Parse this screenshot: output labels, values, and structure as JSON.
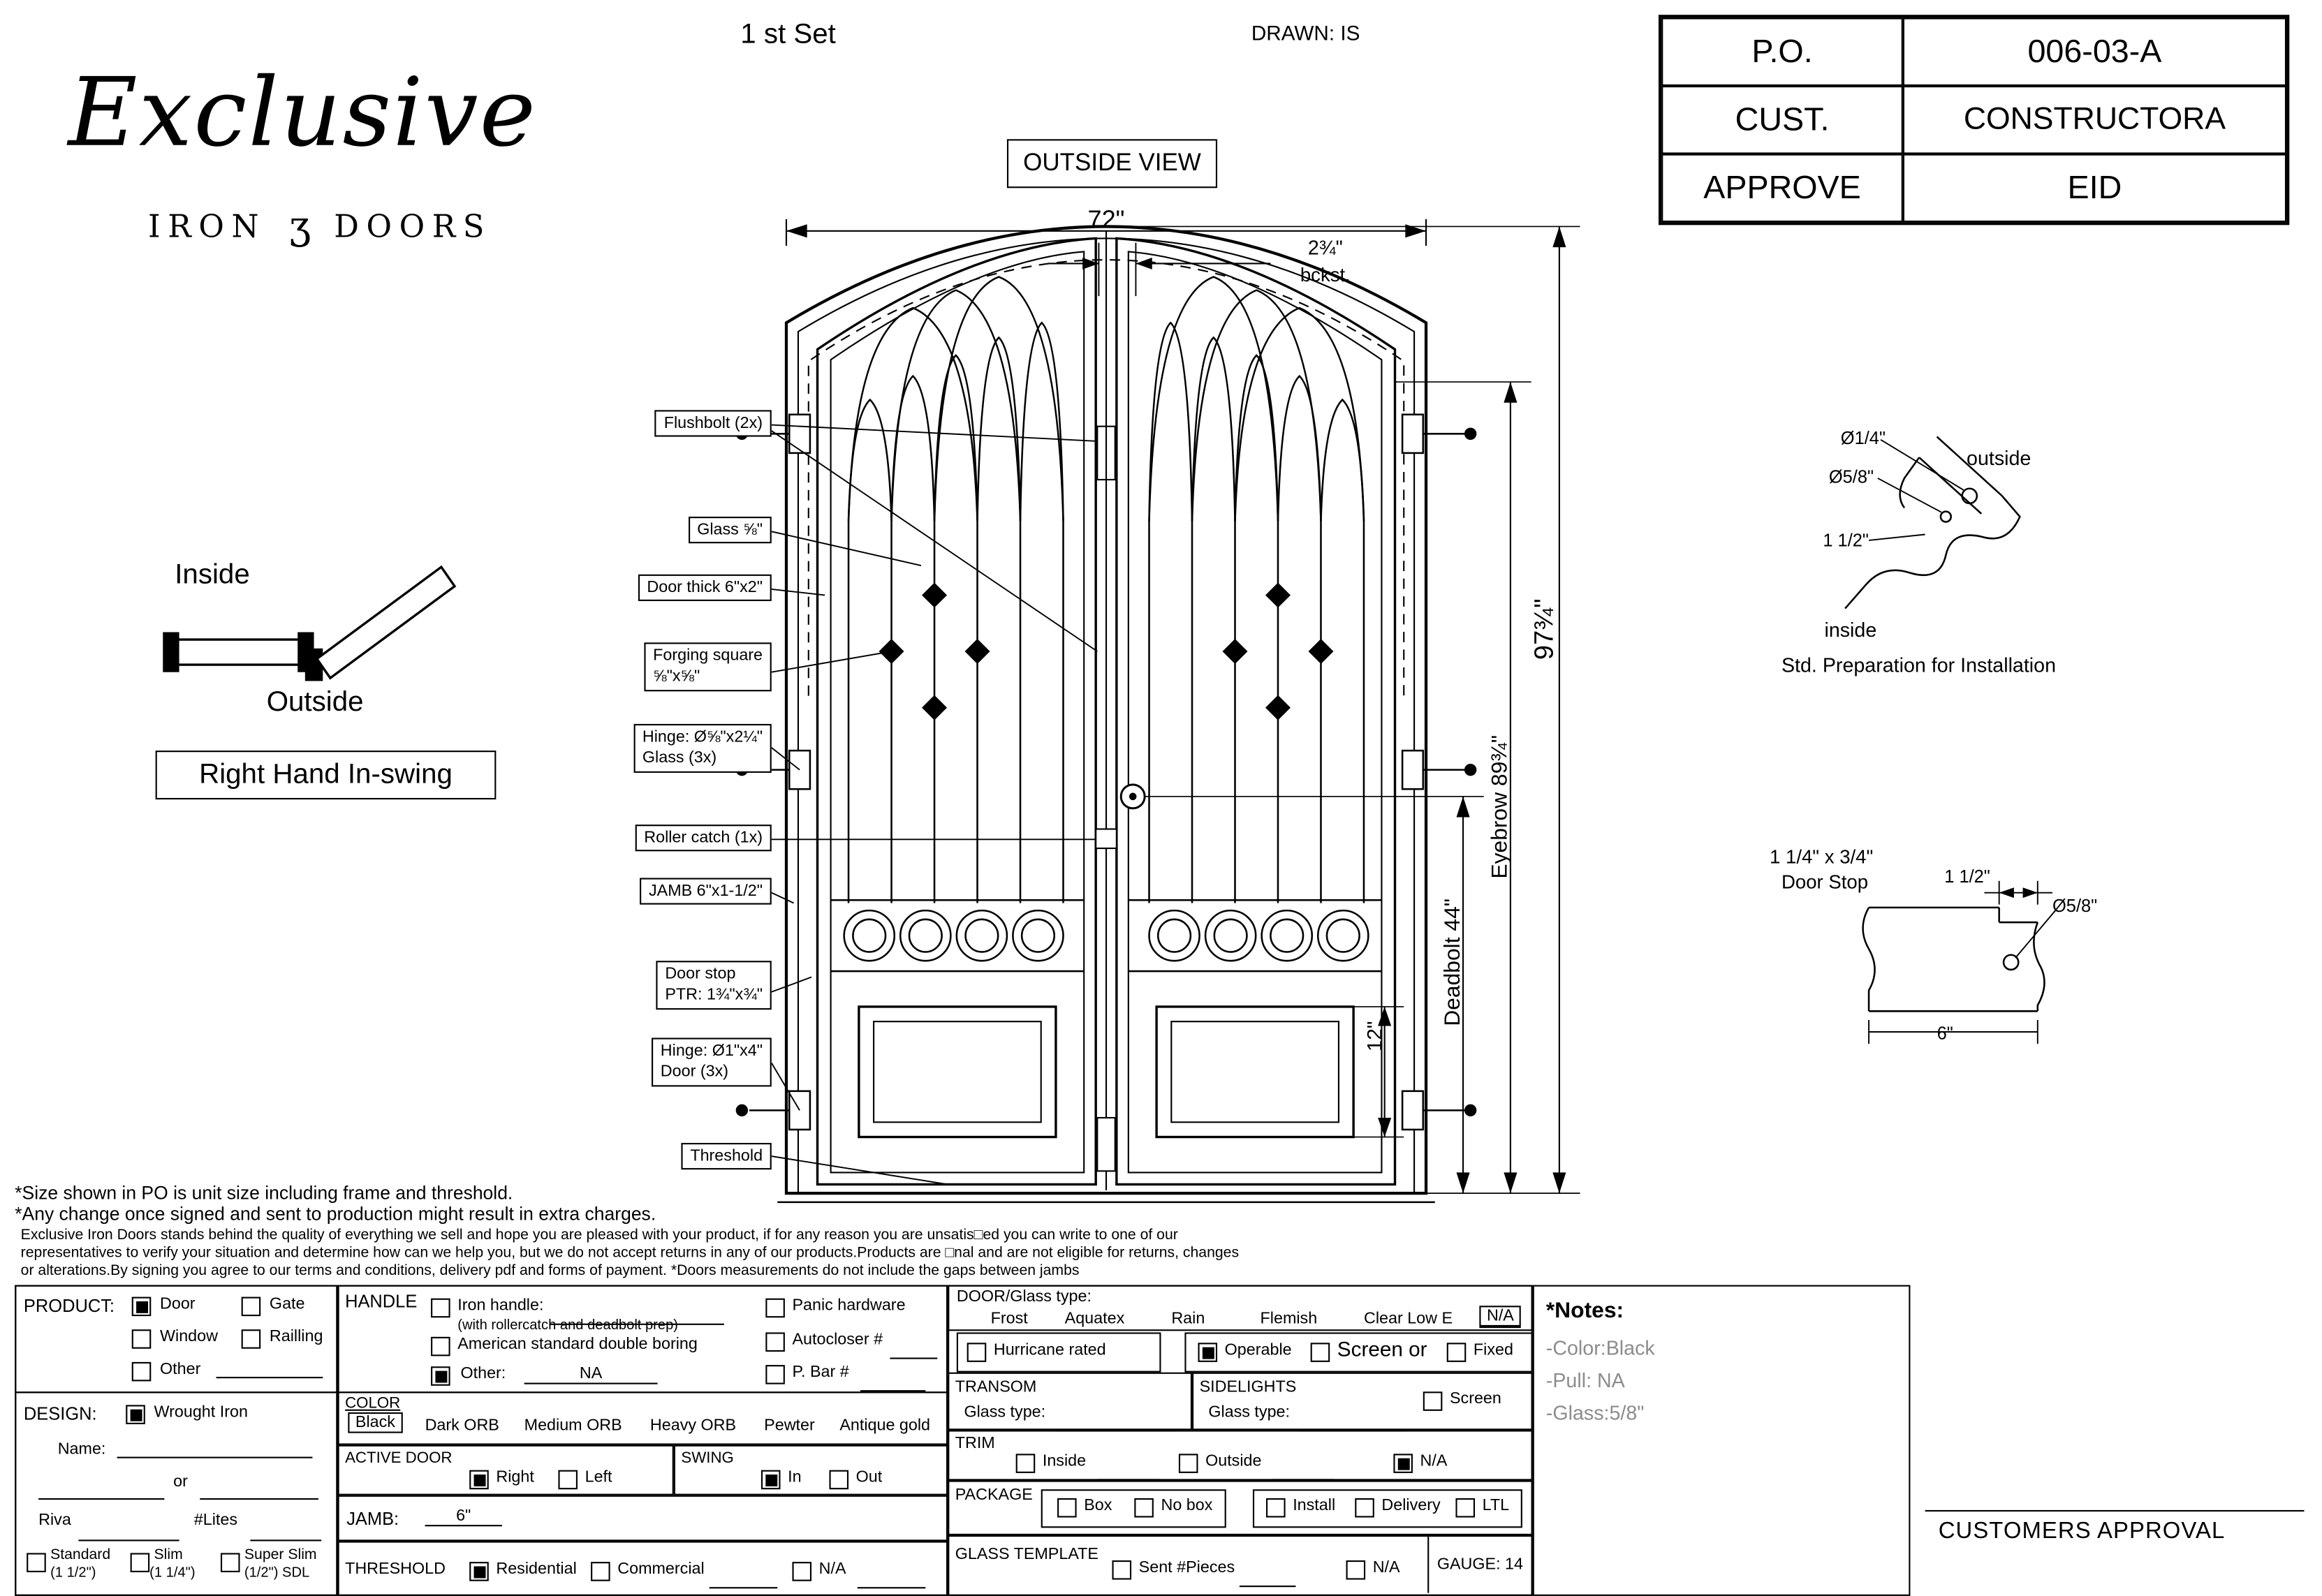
{
  "logo": {
    "script": "Exclusive",
    "iron": "IRON",
    "ornament": "ʒ",
    "doors": "DOORS"
  },
  "header": {
    "set": "1 st Set",
    "drawn": "DRAWN: IS",
    "outside_view": "OUTSIDE VIEW"
  },
  "po_table": {
    "rows": [
      {
        "label": "P.O.",
        "value": "006-03-A"
      },
      {
        "label": "CUST.",
        "value": "CONSTRUCTORA"
      },
      {
        "label": "APPROVE",
        "value": "EID"
      }
    ]
  },
  "swing_diagram": {
    "inside": "Inside",
    "outside": "Outside",
    "caption": "Right Hand In-swing"
  },
  "dims": {
    "width": "72\"",
    "backset_value": "2¾\"",
    "backset_label": "bckst.",
    "overall": "97¾\"",
    "eyebrow": "Eyebrow 89¾\"",
    "deadbolt": "Deadbolt 44\"",
    "panel": "12\""
  },
  "callouts": {
    "flushbolt": "Flushbolt (2x)",
    "glass": "Glass ⅝\"",
    "door_thick": "Door thick 6\"x2\"",
    "forging_line1": "Forging square",
    "forging_line2": "⅝\"x⅝\"",
    "hinge_glass_line1": "Hinge: Ø⅝\"x2¼\"",
    "hinge_glass_line2": "Glass (3x)",
    "roller_catch": "Roller catch  (1x)",
    "jamb": "JAMB  6\"x1-1/2\"",
    "door_stop_line1": "Door stop",
    "door_stop_line2": "PTR: 1¾\"x¾\"",
    "hinge_door_line1": "Hinge: Ø1\"x4\"",
    "hinge_door_line2": "Door (3x)",
    "threshold": "Threshold"
  },
  "install_detail": {
    "dia1": "Ø1/4\"",
    "dia2": "Ø5/8\"",
    "dim1": "1 1/2\"",
    "outside": "outside",
    "inside": "inside",
    "caption": "Std. Preparation for Installation"
  },
  "stop_detail": {
    "size": "1 1/4\" x 3/4\"",
    "name": "Door Stop",
    "dim1": "1 1/2\"",
    "dia": "Ø5/8\"",
    "width": "6\""
  },
  "footnotes": {
    "line1": "*Size shown in PO is unit size including frame and threshold.",
    "line2": "*Any change once signed and sent to production might result in extra charges.",
    "line3": "Exclusive Iron Doors stands behind the quality of everything we sell and hope you are pleased with your product, if for any reason you are unsatis□ed you can write to one of our",
    "line4": "representatives to verify your situation and determine how can we help you, but we do not accept returns in any of our products.Products are □nal and are not eligible for returns, changes",
    "line5": "or alterations.By signing you agree to our terms and conditions, delivery pdf and forms of payment. *Doors measurements do not include the gaps between jambs"
  },
  "form": {
    "product": {
      "title": "PRODUCT:",
      "door": "Door",
      "gate": "Gate",
      "window": "Window",
      "railing": "Railling",
      "other": "Other"
    },
    "design": {
      "title": "DESIGN:",
      "wrought_iron": "Wrought Iron",
      "name": "Name:",
      "or": "or",
      "riva": "Riva",
      "lites": "#Lites",
      "standard": "Standard",
      "standard_size": "(1 1/2\")",
      "slim": "Slim",
      "slim_size": "(1 1/4\")",
      "super_slim": "Super Slim",
      "super_slim_size": "(1/2\") SDL"
    },
    "handle": {
      "title": "HANDLE",
      "iron_handle": "Iron handle:",
      "iron_handle_note": "(with rollercatch and deadbolt prep)",
      "american": "American standard double boring",
      "other": "Other:",
      "other_value": "NA",
      "panic": "Panic hardware",
      "autocloser": "Autocloser #",
      "pbar": "P. Bar #"
    },
    "color": {
      "title": "COLOR",
      "black": "Black",
      "dark_orb": "Dark ORB",
      "medium_orb": "Medium ORB",
      "heavy_orb": "Heavy ORB",
      "pewter": "Pewter",
      "antique_gold": "Antique gold"
    },
    "active_door": {
      "title": "ACTIVE DOOR",
      "right": "Right",
      "left": "Left"
    },
    "swing": {
      "title": "SWING",
      "in": "In",
      "out": "Out"
    },
    "jamb": {
      "title": "JAMB:",
      "value": "6\""
    },
    "threshold": {
      "title": "THRESHOLD",
      "residential": "Residential",
      "commercial": "Commercial",
      "na": "N/A"
    },
    "glass": {
      "title": "DOOR/Glass type:",
      "frost": "Frost",
      "aquatex": "Aquatex",
      "rain": "Rain",
      "flemish": "Flemish",
      "clear_low_e": "Clear Low E",
      "na": "N/A"
    },
    "hurricane": {
      "label": "Hurricane rated"
    },
    "operable_row": {
      "operable": "Operable",
      "screen_or": "Screen or",
      "fixed": "Fixed"
    },
    "transom": {
      "title": "TRANSOM",
      "glass_type": "Glass type:"
    },
    "sidelights": {
      "title": "SIDELIGHTS",
      "glass_type": "Glass type:",
      "screen": "Screen"
    },
    "trim": {
      "title": "TRIM",
      "inside": "Inside",
      "outside": "Outside",
      "na": "N/A"
    },
    "package": {
      "title": "PACKAGE",
      "box": "Box",
      "no_box": "No box",
      "install": "Install",
      "delivery": "Delivery",
      "ltl": "LTL"
    },
    "glass_template": {
      "title": "GLASS TEMPLATE",
      "sent": "Sent #Pieces",
      "na": "N/A",
      "gauge": "GAUGE: 14"
    },
    "notes": {
      "title": "*Notes:",
      "color": "-Color:Black",
      "pull": "-Pull: NA",
      "glass": "-Glass:5/8\""
    }
  },
  "approval": "CUSTOMERS APPROVAL",
  "colors": {
    "note_text": "#8c8c8c",
    "line": "#000000"
  }
}
